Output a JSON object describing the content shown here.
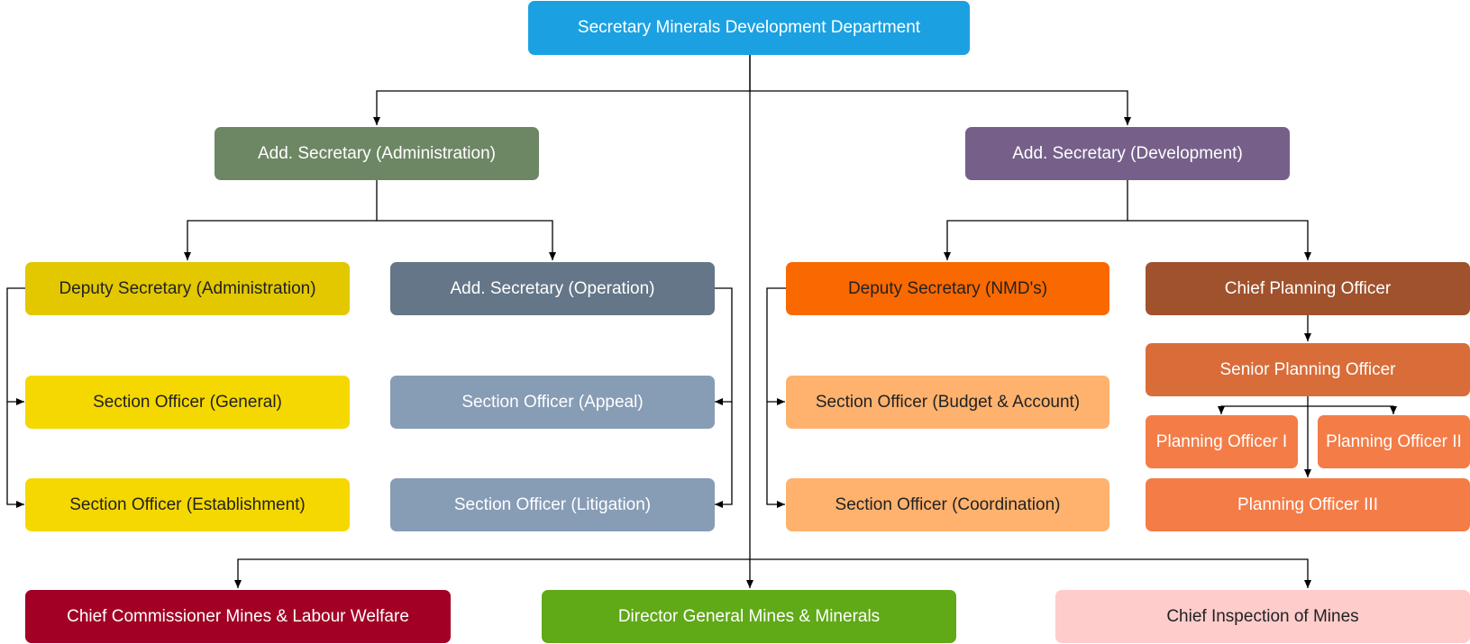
{
  "nodes": {
    "secretary": {
      "label": "Secretary Minerals Development Department",
      "color": "#1ba1e2"
    },
    "add_sec_admin": {
      "label": "Add. Secretary (Administration)",
      "color": "#6d8764"
    },
    "add_sec_dev": {
      "label": "Add. Secretary (Development)",
      "color": "#76608a"
    },
    "dep_sec_admin": {
      "label": "Deputy Secretary (Administration)",
      "color": "#e3c800"
    },
    "add_sec_op": {
      "label": "Add. Secretary (Operation)",
      "color": "#647687"
    },
    "dep_sec_nmd": {
      "label": "Deputy Secretary (NMD's)",
      "color": "#fa6800"
    },
    "chief_planning": {
      "label": "Chief Planning Officer",
      "color": "#a0522d"
    },
    "so_general": {
      "label": "Section Officer (General)",
      "color": "#f5d800"
    },
    "so_establishment": {
      "label": "Section Officer (Establishment)",
      "color": "#f5d800"
    },
    "so_appeal": {
      "label": "Section Officer (Appeal)",
      "color": "#879cb5"
    },
    "so_litigation": {
      "label": "Section Officer (Litigation)",
      "color": "#879cb5"
    },
    "so_budget": {
      "label": "Section Officer (Budget & Account)",
      "color": "#ffb26e"
    },
    "so_coordination": {
      "label": "Section Officer (Coordination)",
      "color": "#ffb26e"
    },
    "senior_planning": {
      "label": "Senior Planning Officer",
      "color": "#d86d3a"
    },
    "po1": {
      "label": "Planning Officer I",
      "color": "#f47c47"
    },
    "po2": {
      "label": "Planning Officer II",
      "color": "#f47c47"
    },
    "po3": {
      "label": "Planning Officer III",
      "color": "#f47c47"
    },
    "chief_commissioner": {
      "label": "Chief Commissioner Mines & Labour Welfare",
      "color": "#a20025"
    },
    "dg_mines": {
      "label": "Director General Mines & Minerals",
      "color": "#60a917"
    },
    "chief_inspection": {
      "label": "Chief Inspection of Mines",
      "color": "#ffcccc"
    }
  }
}
